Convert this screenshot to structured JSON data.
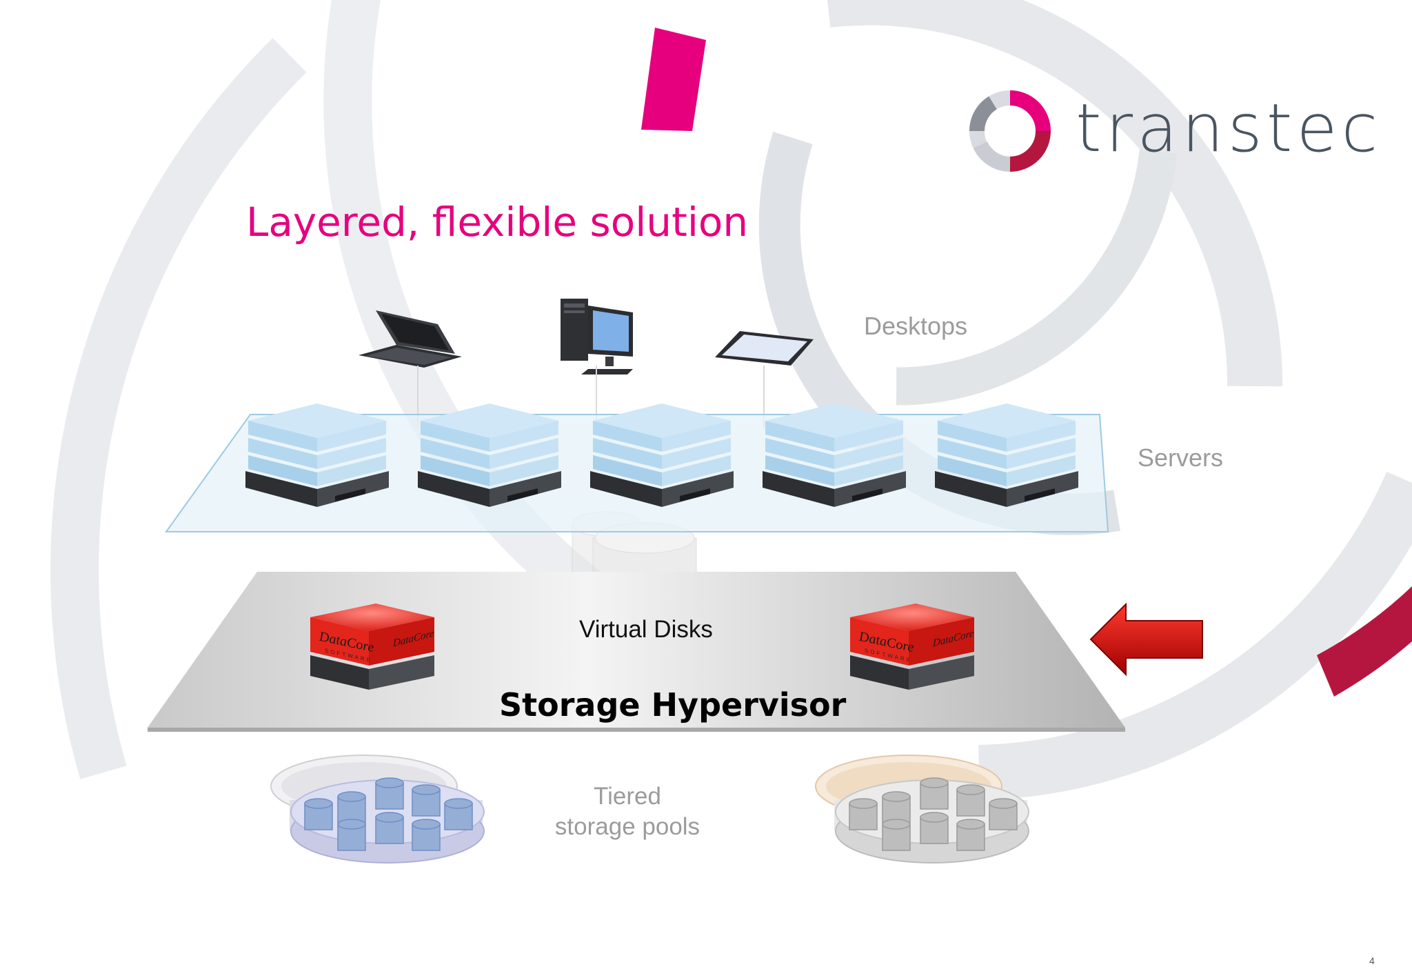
{
  "slide": {
    "title": "Layered, flexible solution",
    "page_number": "4"
  },
  "logo": {
    "text": "transtec",
    "icon": "transtec-ring-logo"
  },
  "labels": {
    "desktops": "Desktops",
    "servers": "Servers",
    "virtual_disks": "Virtual Disks",
    "storage_hypervisor": "Storage Hypervisor",
    "tiered_line1": "Tiered",
    "tiered_line2": "storage pools"
  },
  "appliance_brand": "DataCore",
  "appliance_subbrand": "SOFTWARE",
  "colors": {
    "accent": "#e6007e",
    "logo_text": "#4a5561",
    "label_gray": "#9b9b9b",
    "arrow": "#cc0000"
  }
}
